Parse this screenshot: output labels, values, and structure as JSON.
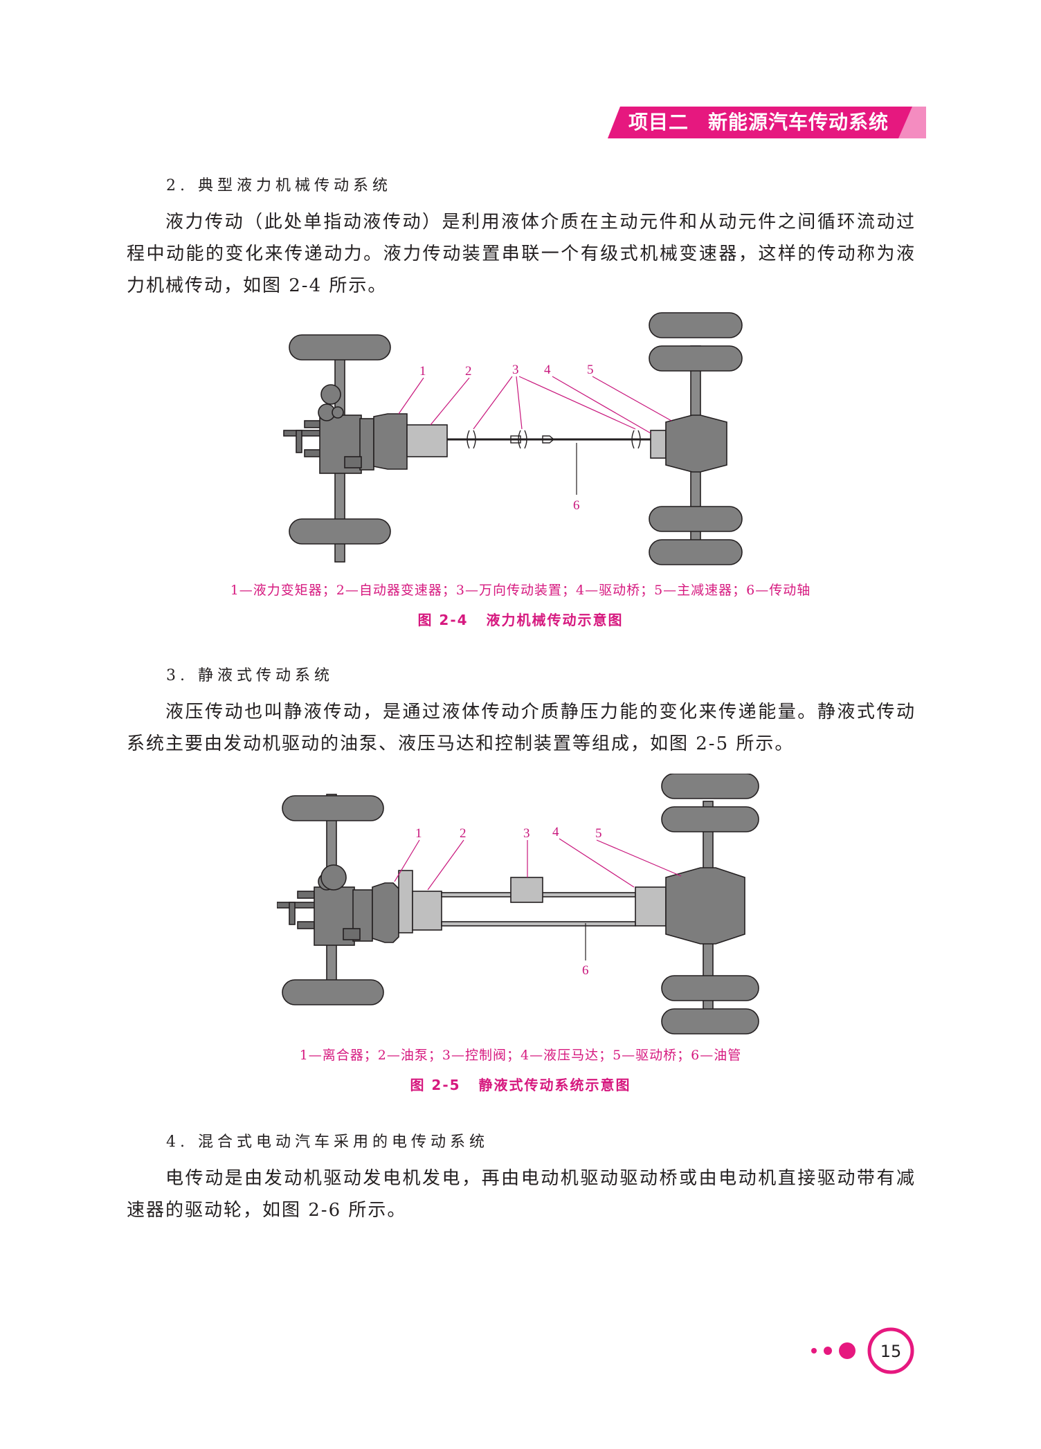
{
  "header": {
    "project": "项目二",
    "title": "新能源汽车传动系统",
    "color": "#e6187f"
  },
  "sections": [
    {
      "heading": "2. 典型液力机械传动系统",
      "paragraphs": [
        "液力传动（此处单指动液传动）是利用液体介质在主动元件和从动元件之间循环流动过程中动能的变化来传递动力。液力传动装置串联一个有级式机械变速器，这样的传动称为液力机械传动，如图 2-4 所示。"
      ]
    },
    {
      "heading": "3. 静液式传动系统",
      "paragraphs": [
        "液压传动也叫静液传动，是通过液体传动介质静压力能的变化来传递能量。静液式传动系统主要由发动机驱动的油泵、液压马达和控制装置等组成，如图 2-5 所示。"
      ]
    },
    {
      "heading": "4. 混合式电动汽车采用的电传动系统",
      "paragraphs": [
        "电传动是由发动机驱动发电机发电，再由电动机驱动驱动桥或由电动机直接驱动带有减速器的驱动轮，如图 2-6 所示。"
      ]
    }
  ],
  "figures": [
    {
      "callouts": [
        "1",
        "2",
        "3",
        "4",
        "5",
        "6"
      ],
      "legend": "1—液力变矩器；2—自动器变速器；3—万向传动装置；4—驱动桥；5—主减速器；6—传动轴",
      "caption_num": "图 2-4",
      "caption_title": "液力机械传动示意图"
    },
    {
      "callouts": [
        "1",
        "2",
        "3",
        "4",
        "5",
        "6"
      ],
      "legend": "1—离合器；2—油泵；3—控制阀；4—液压马达；5—驱动桥；6—油管",
      "caption_num": "图 2-5",
      "caption_title": "静液式传动系统示意图"
    }
  ],
  "page_number": "15",
  "colors": {
    "accent": "#e6187f",
    "light_accent": "#f48cc0",
    "part_dark": "#7d7d7d",
    "part_light": "#bfbfbf",
    "callout": "#c8167c"
  }
}
